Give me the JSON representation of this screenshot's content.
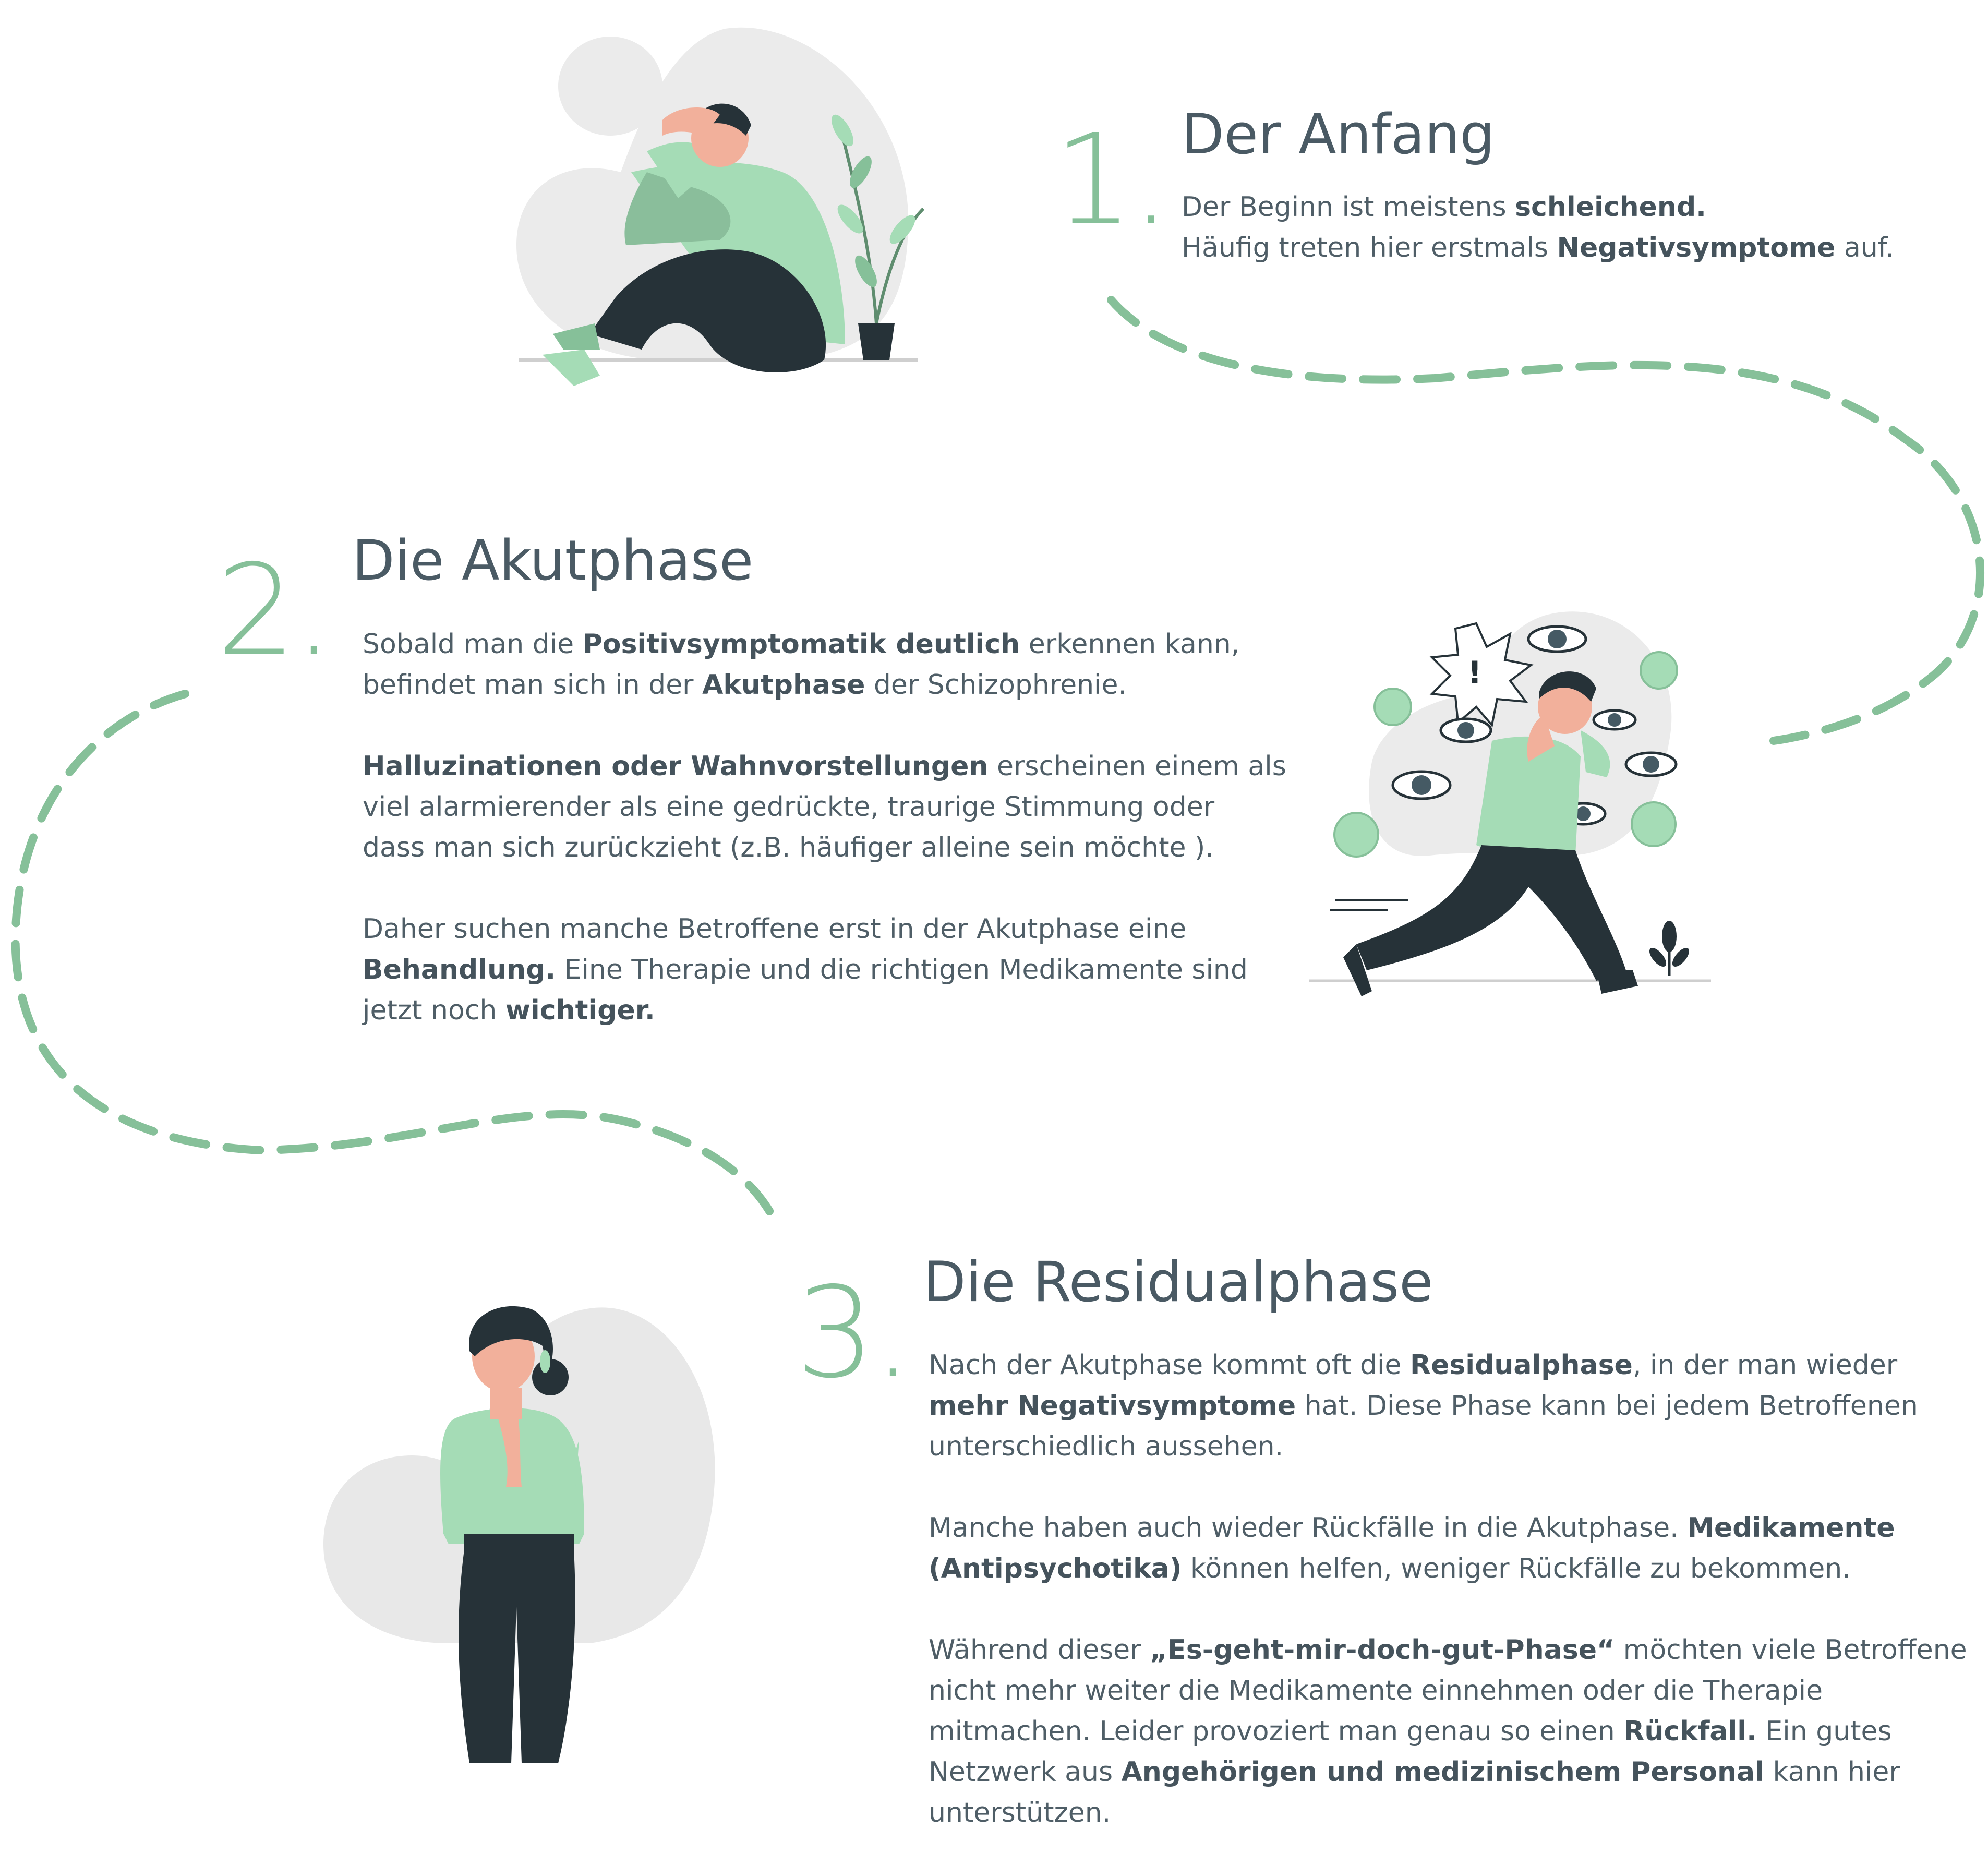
{
  "steps": [
    {
      "number": "1.",
      "title": "Der Anfang",
      "paragraphs": [
        [
          [
            {
              "t": "Der Beginn ist meistens ",
              "b": false
            },
            {
              "t": "schleichend.",
              "b": true
            }
          ],
          [
            {
              "t": "Häufig treten hier erstmals ",
              "b": false
            },
            {
              "t": "Negativsymptome",
              "b": true
            },
            {
              "t": " auf.",
              "b": false
            }
          ]
        ]
      ]
    },
    {
      "number": "2.",
      "title": "Die Akutphase",
      "paragraphs": [
        [
          [
            {
              "t": "Sobald man die ",
              "b": false
            },
            {
              "t": "Positivsymptomatik deutlich",
              "b": true
            },
            {
              "t": " erkennen kann,",
              "b": false
            }
          ],
          [
            {
              "t": "befindet man sich in der ",
              "b": false
            },
            {
              "t": "Akutphase",
              "b": true
            },
            {
              "t": " der Schizophrenie.",
              "b": false
            }
          ]
        ],
        [
          [
            {
              "t": "Halluzinationen oder Wahnvorstellungen",
              "b": true
            },
            {
              "t": " erscheinen einem als",
              "b": false
            }
          ],
          [
            {
              "t": "viel alarmierender als eine gedrückte, traurige Stimmung oder",
              "b": false
            }
          ],
          [
            {
              "t": "dass man sich zurückzieht (z.B. häufiger alleine sein möchte ).",
              "b": false
            }
          ]
        ],
        [
          [
            {
              "t": "Daher suchen manche Betroffene erst in der Akutphase eine",
              "b": false
            }
          ],
          [
            {
              "t": "Behandlung.",
              "b": true
            },
            {
              "t": " Eine Therapie und die richtigen Medikamente sind",
              "b": false
            }
          ],
          [
            {
              "t": "jetzt noch ",
              "b": false
            },
            {
              "t": "wichtiger.",
              "b": true
            }
          ]
        ]
      ]
    },
    {
      "number": "3.",
      "title": "Die Residualphase",
      "paragraphs": [
        [
          [
            {
              "t": "Nach der Akutphase kommt oft die ",
              "b": false
            },
            {
              "t": "Residualphase",
              "b": true
            },
            {
              "t": ", in der man wieder",
              "b": false
            }
          ],
          [
            {
              "t": "mehr Negativsymptome",
              "b": true
            },
            {
              "t": " hat. Diese Phase kann bei jedem Betroffenen",
              "b": false
            }
          ],
          [
            {
              "t": "unterschiedlich aussehen.",
              "b": false
            }
          ]
        ],
        [
          [
            {
              "t": "Manche haben auch wieder Rückfälle in die Akutphase. ",
              "b": false
            },
            {
              "t": "Medikamente",
              "b": true
            }
          ],
          [
            {
              "t": "(Antipsychotika)",
              "b": true
            },
            {
              "t": " können helfen, weniger Rückfälle zu bekommen.",
              "b": false
            }
          ]
        ],
        [
          [
            {
              "t": "Während dieser ",
              "b": false
            },
            {
              "t": "„Es-geht-mir-doch-gut-Phase“",
              "b": true
            },
            {
              "t": " möchten viele Betroffene",
              "b": false
            }
          ],
          [
            {
              "t": "nicht mehr weiter die Medikamente einnehmen oder die Therapie",
              "b": false
            }
          ],
          [
            {
              "t": "mitmachen. Leider provoziert man genau so einen ",
              "b": false
            },
            {
              "t": "Rückfall.",
              "b": true
            },
            {
              "t": " Ein gutes",
              "b": false
            }
          ],
          [
            {
              "t": "Netzwerk aus ",
              "b": false
            },
            {
              "t": "Angehörigen und medizinischem Personal",
              "b": true
            },
            {
              "t": " kann hier",
              "b": false
            }
          ],
          [
            {
              "t": "unterstützen.",
              "b": false
            }
          ]
        ]
      ]
    }
  ],
  "illustrations": [
    "sad-sitting-man",
    "man-fleeing-from-eyes",
    "worried-woman-praying"
  ],
  "colors": {
    "accent": "#86c099",
    "shirt": "#a5dcb6",
    "dark": "#263238",
    "blob": "#e9e9e9",
    "text": "#4f5e67"
  }
}
